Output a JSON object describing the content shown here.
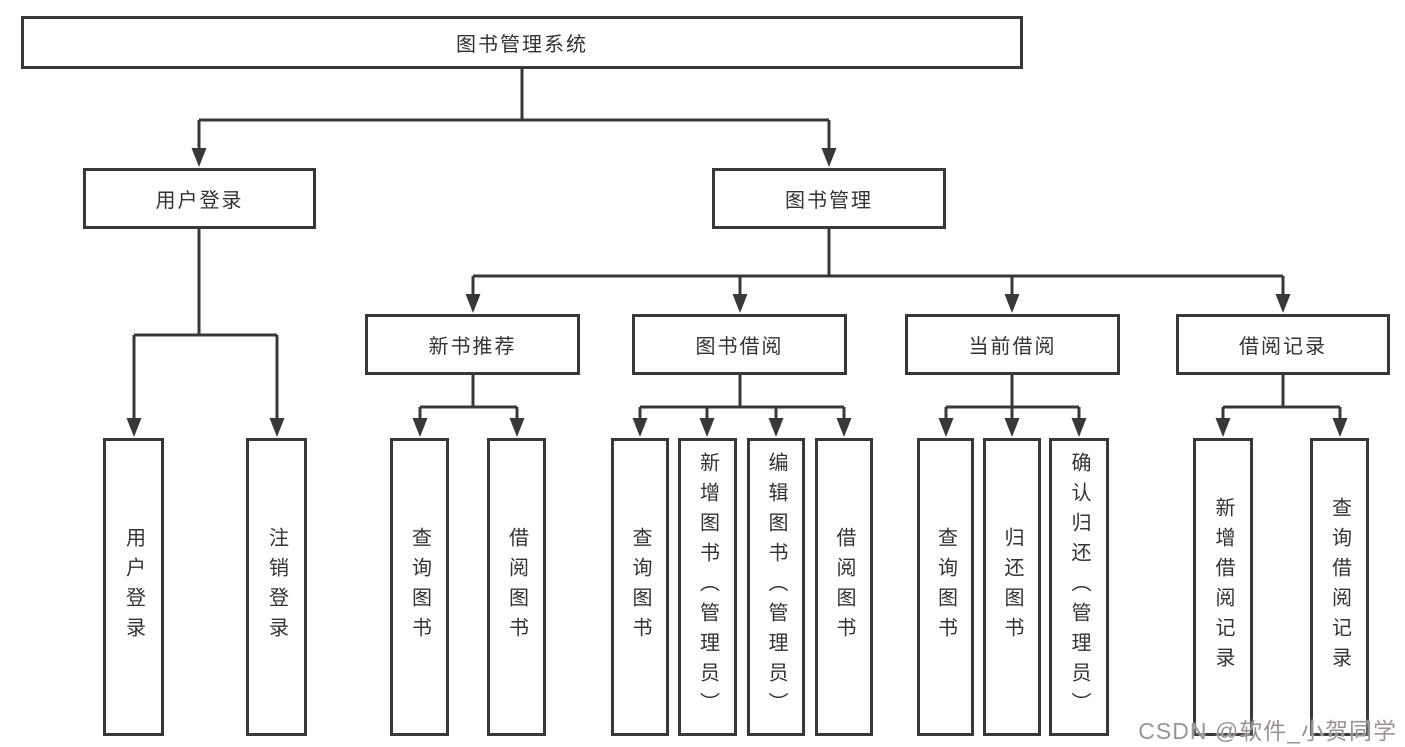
{
  "tree": {
    "root": {
      "label": "图书管理系统"
    },
    "level2": [
      {
        "label": "用户登录",
        "children": [
          {
            "label": "用户登录"
          },
          {
            "label": "注销登录"
          }
        ]
      },
      {
        "label": "图书管理",
        "children": [
          {
            "label": "新书推荐",
            "children": [
              {
                "label": "查询图书"
              },
              {
                "label": "借阅图书"
              }
            ]
          },
          {
            "label": "图书借阅",
            "children": [
              {
                "label": "查询图书"
              },
              {
                "label": "新增图书（管理员）"
              },
              {
                "label": "编辑图书（管理员）"
              },
              {
                "label": "借阅图书"
              }
            ]
          },
          {
            "label": "当前借阅",
            "children": [
              {
                "label": "查询图书"
              },
              {
                "label": "归还图书"
              },
              {
                "label": "确认归还（管理员）"
              }
            ]
          },
          {
            "label": "借阅记录",
            "children": [
              {
                "label": "新增借阅记录"
              },
              {
                "label": "查询借阅记录"
              }
            ]
          }
        ]
      }
    ]
  },
  "watermark": "CSDN @软件_小贺同学",
  "colors": {
    "line": "#383838",
    "text": "#333333",
    "watermark": "#9c9494",
    "background": "#ffffff"
  }
}
